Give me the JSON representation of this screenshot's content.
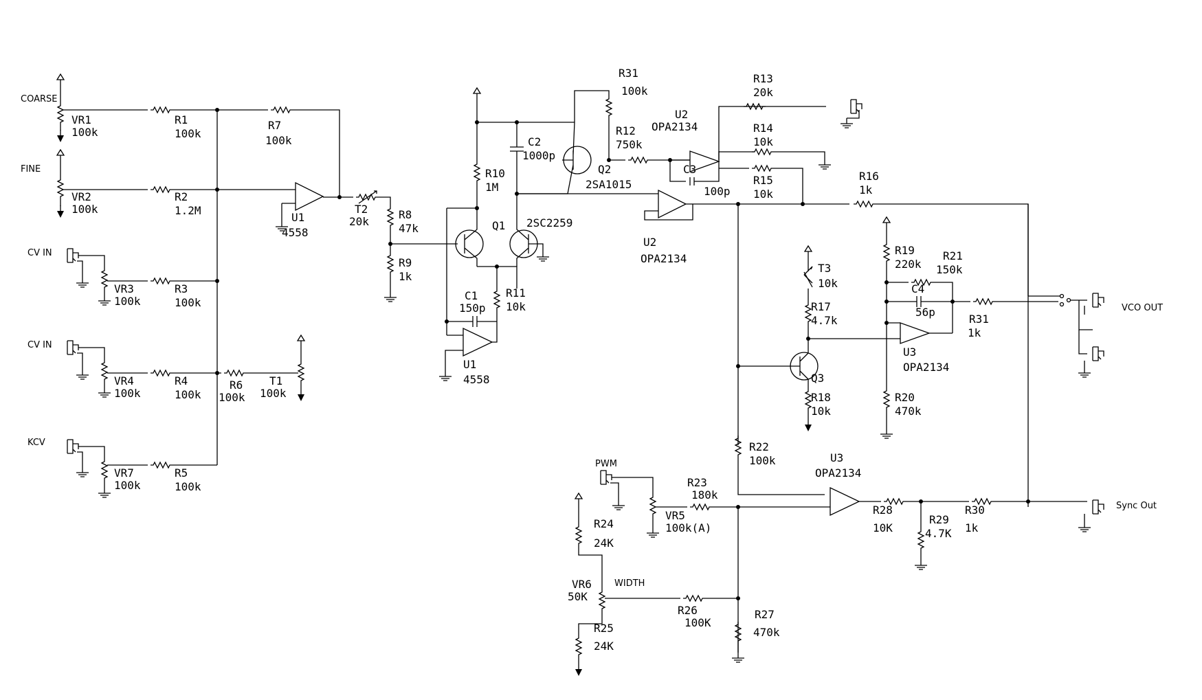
{
  "inputs": {
    "coarse": "COARSE",
    "fine": "FINE",
    "cv_in_1": "CV IN",
    "cv_in_2": "CV IN",
    "kcv": "KCV",
    "pwm": "PWM",
    "width": "WIDTH"
  },
  "outputs": {
    "vco_out": "VCO OUT",
    "sync_out": "Sync Out"
  },
  "components": {
    "VR1": {
      "ref": "VR1",
      "value": "100k"
    },
    "VR2": {
      "ref": "VR2",
      "value": "100k"
    },
    "VR3": {
      "ref": "VR3",
      "value": "100k"
    },
    "VR4": {
      "ref": "VR4",
      "value": "100k"
    },
    "VR7": {
      "ref": "VR7",
      "value": "100k"
    },
    "VR5": {
      "ref": "VR5",
      "value": "100k(A)"
    },
    "VR6": {
      "ref": "VR6",
      "value": "50K"
    },
    "R1": {
      "ref": "R1",
      "value": "100k"
    },
    "R2": {
      "ref": "R2",
      "value": "1.2M"
    },
    "R3": {
      "ref": "R3",
      "value": "100k"
    },
    "R4": {
      "ref": "R4",
      "value": "100k"
    },
    "R5": {
      "ref": "R5",
      "value": "100k"
    },
    "R6": {
      "ref": "R6",
      "value": "100k"
    },
    "R7": {
      "ref": "R7",
      "value": "100k"
    },
    "R8": {
      "ref": "R8",
      "value": "47k"
    },
    "R9": {
      "ref": "R9",
      "value": "1k"
    },
    "R10": {
      "ref": "R10",
      "value": "1M"
    },
    "R11": {
      "ref": "R11",
      "value": "10k"
    },
    "R12": {
      "ref": "R12",
      "value": "750k"
    },
    "R13": {
      "ref": "R13",
      "value": "20k"
    },
    "R14": {
      "ref": "R14",
      "value": "10k"
    },
    "R15": {
      "ref": "R15",
      "value": "10k"
    },
    "R16": {
      "ref": "R16",
      "value": "1k"
    },
    "R17": {
      "ref": "R17",
      "value": "4.7k"
    },
    "R18": {
      "ref": "R18",
      "value": "10k"
    },
    "R19": {
      "ref": "R19",
      "value": "220k"
    },
    "R20": {
      "ref": "R20",
      "value": "470k"
    },
    "R21": {
      "ref": "R21",
      "value": "150k"
    },
    "R22": {
      "ref": "R22",
      "value": "100k"
    },
    "R23": {
      "ref": "R23",
      "value": "180k"
    },
    "R24": {
      "ref": "R24",
      "value": "24K"
    },
    "R25": {
      "ref": "R25",
      "value": "24K"
    },
    "R26": {
      "ref": "R26",
      "value": "100K"
    },
    "R27": {
      "ref": "R27",
      "value": "470k"
    },
    "R28": {
      "ref": "R28",
      "value": "10K"
    },
    "R29": {
      "ref": "R29",
      "value": "4.7K"
    },
    "R30": {
      "ref": "R30",
      "value": "1k"
    },
    "R31a": {
      "ref": "R31",
      "value": "100k"
    },
    "R31b": {
      "ref": "R31",
      "value": "1k"
    },
    "T1": {
      "ref": "T1",
      "value": "100k"
    },
    "T2": {
      "ref": "T2",
      "value": "20k"
    },
    "T3": {
      "ref": "T3",
      "value": "10k"
    },
    "C1": {
      "ref": "C1",
      "value": "150p"
    },
    "C2": {
      "ref": "C2",
      "value": "1000p"
    },
    "C3": {
      "ref": "C3",
      "value": "100p"
    },
    "C4": {
      "ref": "C4",
      "value": "56p"
    },
    "Q1": {
      "ref": "Q1",
      "part": "2SC2259"
    },
    "Q2": {
      "ref": "Q2",
      "part": "2SA1015"
    },
    "Q3": {
      "ref": "Q3"
    },
    "U1a": {
      "ref": "U1",
      "part": "4558"
    },
    "U1b": {
      "ref": "U1",
      "part": "4558"
    },
    "U2a": {
      "ref": "U2",
      "part": "OPA2134"
    },
    "U2b": {
      "ref": "U2",
      "part": "OPA2134"
    },
    "U3a": {
      "ref": "U3",
      "part": "OPA2134"
    },
    "U3b": {
      "ref": "U3",
      "part": "OPA2134"
    }
  }
}
